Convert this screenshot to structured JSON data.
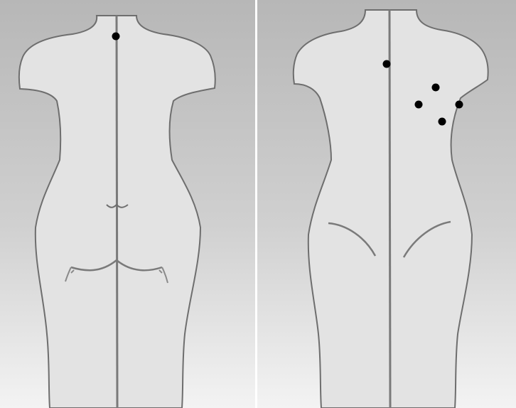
{
  "colors": {
    "background_top": "#b9b9b9",
    "background_bottom": "#f4f4f4",
    "body_fill": "#e3e3e3",
    "outline": "#6e6e6e",
    "centerline": "#7a7a7a",
    "marker": "#000000"
  },
  "panels": [
    {
      "view": "front-torso",
      "marker_count": 1
    },
    {
      "view": "back-torso",
      "marker_count": 5
    }
  ]
}
